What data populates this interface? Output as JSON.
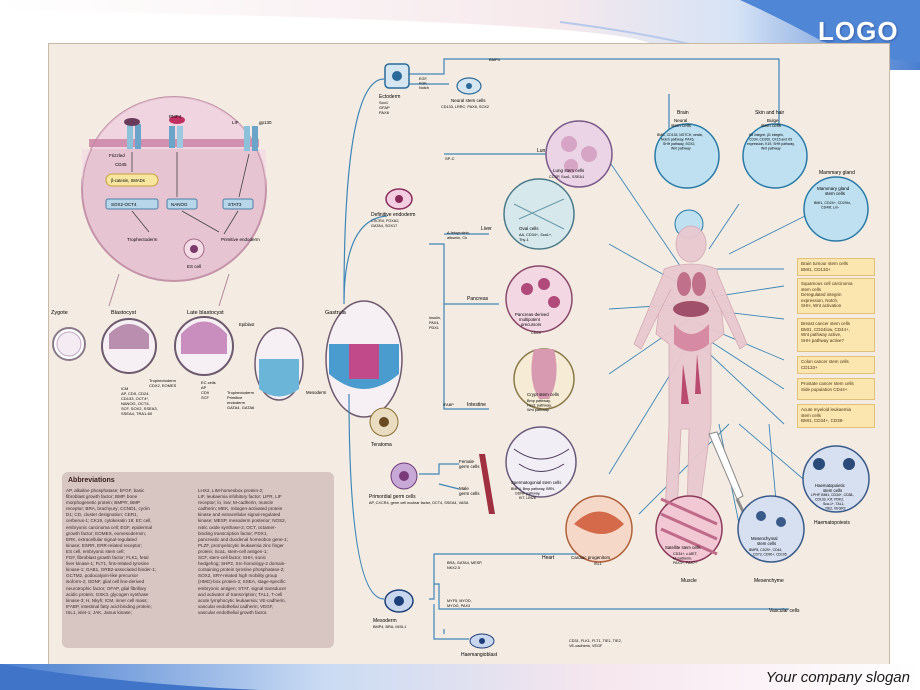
{
  "slide": {
    "logo": "LOGO",
    "slogan": "Your company slogan"
  },
  "colors": {
    "header_blue": "#5b8fd6",
    "poster_bg": "#f4ece2",
    "arrow_blue": "#3d86b8",
    "stem_purple": "#7a3a7a",
    "legend_yellow": "#fbe6b0"
  },
  "stages": {
    "zygote": "Zygote",
    "blastocyst": "Blastocyst",
    "late_blastocyst": "Late blastocyst",
    "gastrula": "Gastrula",
    "epiblast": "Epiblast",
    "mesoderm_label": "Mesoderm"
  },
  "icm_markers": "ICM\nAP, CD9, CD24,\nCD133, OCT4*,\nNANOG, OCT4,\nSCF, SOX2, SSEA3,\nSSEA4, TRA1-60",
  "ec_cells": "EC cells\nAP\nCD9\nSCF",
  "trophectoderm": "Trophectoderm\nCDX2, EOMES",
  "trophectoderm2": "Trophectoderm",
  "primitive_endoderm": "Primitive\nendoderm\nGATA4, GATA6",
  "teratoma": "Teratoma",
  "primordial_germ": "Primordial germ cells",
  "primordial_markers": "AP, CXCR4, germ cell nuclear factor, OCT4, SSEA4, VASA",
  "female_germ": "Female\ngerm cells",
  "male_germ": "Male\ngerm cells",
  "ectoderm": "Ectoderm",
  "ectoderm_markers": "Sox1\nGFAP\nPAX6",
  "neural_stem": "Neural stem cells",
  "neural_markers": "CD133, LRRC, PAX6, SOX2",
  "bmp4": "BMP4",
  "egf_fgf": "EGF,\nFGF,\nNotch",
  "definitive_endoderm": "Definitive endoderm",
  "def_end_markers": "CXCR4, FOXA2,\nGATA4, SOX17",
  "spc": "SP-C",
  "lungs": "Lungs",
  "liver": "Liver",
  "pancreas": "Pancreas",
  "intestine": "Intestine",
  "liver_markers": "A-fetoprotein,\nalbumin, Ck",
  "pancreas_markers": "Insulin,\nPAX4,\nPDX1",
  "ifabp": "IFABP",
  "lung_stem": "Lung stem cells",
  "lung_stem_markers": "CCSP, Sca1, SSEA1",
  "oval_cells": "Oval cells",
  "oval_markers": "AA, CD34+, Sca1+,\nThy-1",
  "pancreas_stem": "Pancreas-derived\nmultipotent\nprecursors",
  "pancreas_stem_markers": "CD29",
  "crypt_stem": "Crypt stem cells",
  "crypt_markers": "Bmp pathway,\nHes1 pathway,\nWnt pathway",
  "spermatogonial": "Spermatogonial stem cells",
  "spermatogonial_markers": "BMP4, Bmp pathway, BRN,\nGDNF pathway,\nKIT, LIN28",
  "brain": "Brain",
  "brain_stem": "Neural\nstem cells",
  "brain_markers": "BMI1, CD133, NOTCH, nestin,\nNotch pathway, PAX6,\nSHH pathway, SOX2,\nWnt pathway",
  "skin": "Skin and hair",
  "bulge_stem": "Bulge\nstem cells",
  "bulge_markers": "K5 integrin, β1 integrin,\nCD34, CD200, CK15 and K5\nexpression, K19, SHH pathway,\nWnt pathway",
  "mammary": "Mammary gland",
  "mammary_stem": "Mammary gland\nstem cells",
  "mammary_markers": "BMI1, CD24+, CD29hi,\nCD49f, Lin-",
  "mesoderm": "Mesoderm",
  "mesoderm_markers": "BMP4, BRA, MIXL1",
  "heart": "Heart",
  "heart_markers": "BRA, GATA4, MESP,\nNKX2.5",
  "muscle": "Muscle",
  "muscle_markers": "MYF5, MYOD,\nMYOG, PAX3",
  "mesenchyme": "Mesenchyme",
  "vascular": "Vascular cells",
  "haemangioblast": "Haemangioblast",
  "haem_markers": "CD31, FLK1, FLT1, TIE1, TIE2,\nVE-cadherin, VEGF",
  "haematopoiesis": "Haematopoiesis",
  "cardiac": "Cardiac progenitors",
  "cardiac_markers": "ISL1",
  "satellite": "Satellite stem cells",
  "satellite_markers": "CD34+, c-MET,\nM-cadherin,\nPAX3+, PAX7+",
  "mesenchymal": "Mesenchymal\nstem cells",
  "mesenchymal_markers": "BMP8, CD29+, CD44,\nCD73, CD90+, CD105",
  "haematopoietic": "Haematopoietic\nstem cells",
  "haematopoietic_markers": "LPHP, BMI1, CD34+, CD38-,\nCD133, KIT, PDK2,\nSca-1+, TAL1,\nTIE2, VEGR2",
  "cancer_boxes": [
    "Brain tumour stem cells\nBMI1, CD133+",
    "Squamous cell carcinoma\nstem cells\nDeregulated integrin\nexpression, Notch,\nSHH, Wnt activation",
    "Breast cancer stem cells\nBMI1, CD24low, CD44+,\nWnt pathway active,\nSHH pathway active?",
    "Colon cancer stem cells\nCD133+",
    "Prostate cancer stem cells\nSide population CD44+",
    "Acute myeloid leukaemia\nstem cells\nBMI1, CD34+, CD38-"
  ],
  "inset_labels": {
    "frizzled": "Frizzled",
    "cd45": "CD45",
    "bmp4": "BMP4",
    "lif": "LIF",
    "gp130": "gp130",
    "beta_catenin": "β-catenin, SMADs",
    "sox2_oct4": "SOX2-OCT4",
    "nanog": "NANOG",
    "stat3": "STAT3",
    "trophectoderm": "Trophectoderm",
    "primitive_endoderm": "Primitive\nendoderm",
    "es_cell": "ES cell"
  },
  "abbreviations_title": "Abbreviations",
  "abbreviations_col1": [
    "AP, alkaline phosphatase; bFGF, basic",
    "fibroblast growth factor; BMP, bone",
    "morphogenetic protein; BMPR, BMP",
    "receptor; BRA, brachyury; CCND1, cyclin",
    "D1; CD, cluster designation; CER1,",
    "cerberus-1; CK19, cytokeratin 19; EC cell,",
    "embryonic carcinoma cell; EGF, epidermal",
    "growth factor; EOMES, eomesodermin;",
    "ERK, extracellular signal-regulated",
    "kinase; ESRR, ERR-related receptor;",
    "ES cell, embryonic stem cell;",
    "FGF, fibroblast growth factor; FLK1, fetal",
    "liver kinase-1; FLT1, fms-related tyrosine",
    "kinase-1; GAB1, GRB2-associated binder-1;",
    "GCTM2, podocalyxin-like precursor",
    "isoform-2; GDNF, glial cell line-derived",
    "neurotrophic factor; GFAP, glial fibrillary",
    "acidic protein; GSK3, glycogen synthase",
    "kinase-3; H, Nkyh; ICM, inner cell mass;",
    "IFABP, intestinal fatty acid-binding protein;",
    "ISL1, islet-1; JAK, Janus kinase;"
  ],
  "abbreviations_col2": [
    "LHX2, LIM-homeobox protein-2;",
    "LIF, leukaemia inhibitory factor; LIFR, LIF",
    "receptor; lo, low; M-cadherin, muscle",
    "cadherin; MEK, mitogen-activated protein",
    "kinase and extracellular signal-regulated",
    "kinase; MESP, mesoderm posterior; NOS2,",
    "nitric oxide synthase-2; OCT, octamer-",
    "binding transcription factor; PDX1,",
    "pancreatic and duodenal homeobox gene-1;",
    "PLZF, promyelocytic leukaemia zinc finger",
    "protein; Sca1, stem-cell antigen-1;",
    "SCF, stem-cell factor; SHH, sonic",
    "hedgehog; SHP2, Src-homology-2 domain-",
    "containing protein tyrosine phosphatase-2;",
    "SOX2, SRY-related high mobility group",
    "(HMG)-box protein-2; SSEA, stage-specific",
    "embryonic antigen; STAT, signal transducer",
    "and activator of transcription; TAL1, T-cell",
    "acute lymphocytic leukaemia; VE-cadherin,",
    "vascular endothelial cadherin; VEGF,",
    "vascular endothelial growth factor."
  ]
}
